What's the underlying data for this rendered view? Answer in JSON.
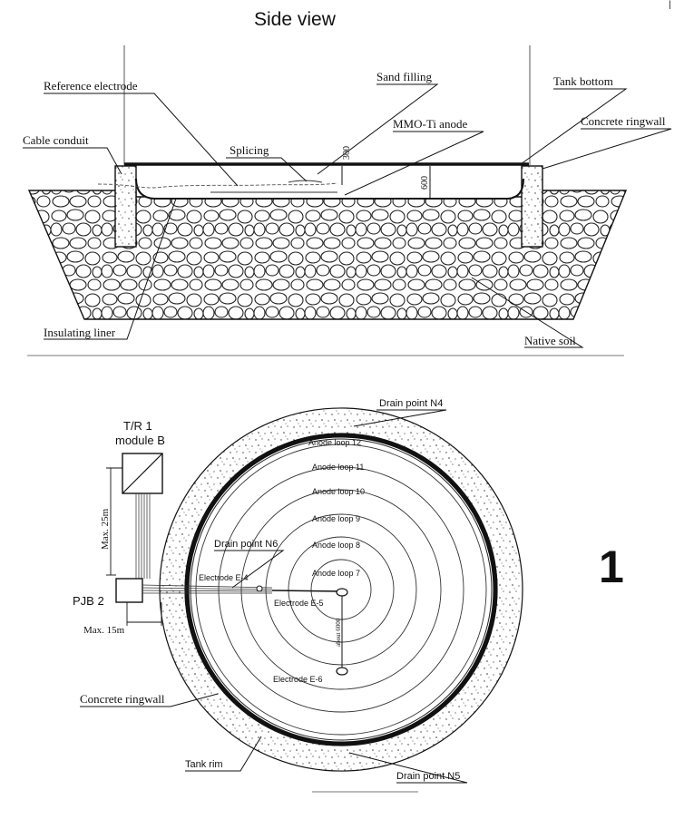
{
  "side_view": {
    "title": "Side view",
    "labels": {
      "reference_electrode": "Reference electrode",
      "sand_filling": "Sand filling",
      "tank_bottom": "Tank bottom",
      "mmo_ti_anode": "MMO-Ti anode",
      "concrete_ringwall": "Concrete ringwall",
      "cable_conduit": "Cable conduit",
      "splicing": "Splicing",
      "insulating_liner": "Insulating liner",
      "native_soil": "Native soil"
    },
    "dimensions": {
      "d300": "300",
      "d600": "600"
    }
  },
  "plan_view": {
    "labels": {
      "drain_point_n4": "Drain point N4",
      "drain_point_n5": "Drain point N5",
      "drain_point_n6": "Drain point N6",
      "tr_line1": "T/R 1",
      "tr_line2": "module B",
      "pjb": "PJB 2",
      "max_25m": "Max. 25m",
      "max_15m": "Max. 15m",
      "concrete_ringwall": "Concrete ringwall",
      "tank_rim": "Tank rim",
      "electrode_e4": "Electrode E-4",
      "electrode_e5": "Electrode E-5",
      "electrode_e6": "Electrode E-6",
      "spacing": "about 6000"
    },
    "anode_loops": [
      "Anode loop 12",
      "Anode loop 11",
      "Anode loop 10",
      "Anode loop 9",
      "Anode loop 8",
      "Anode loop 7"
    ]
  },
  "figure_number": "1"
}
